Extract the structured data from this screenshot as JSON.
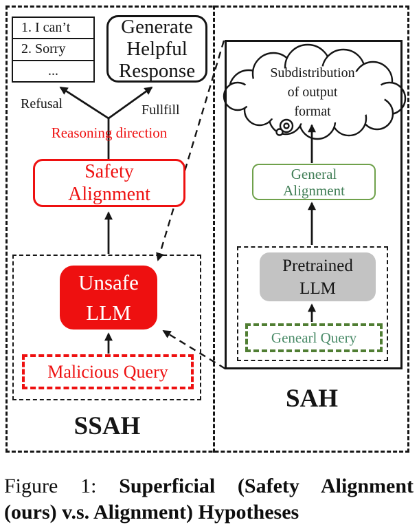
{
  "colors": {
    "red": "#ee1010",
    "black": "#151515",
    "gray_fill": "#c3c3c3",
    "green_border": "#6fa14b",
    "green_text": "#3f7d55",
    "query_border": "#507e33",
    "query_text": "#4a8b68"
  },
  "left_panel": {
    "label": "SSAH",
    "refusal_examples": [
      "1. I can’t",
      "2. Sorry",
      "..."
    ],
    "generate_box_lines": [
      "Generate",
      "Helpful",
      "Response"
    ],
    "refusal_label": "Refusal",
    "fullfill_label": "Fullfill",
    "reasoning_label": "Reasoning direction",
    "safety_alignment_lines": [
      "Safety",
      "Alignment"
    ],
    "unsafe_llm_lines": [
      "Unsafe",
      "LLM"
    ],
    "malicious_query_label": "Malicious Query"
  },
  "right_panel": {
    "label": "SAH",
    "cloud_lines": [
      "Subdistribution",
      "of output",
      "format"
    ],
    "general_alignment_lines": [
      "General",
      "Alignment"
    ],
    "pretrained_llm_lines": [
      "Pretrained",
      "LLM"
    ],
    "general_query_label": "Genearl Query"
  },
  "caption": {
    "prefix": "Figure 1:",
    "line1_bold": "Superficial (Safety Alignment",
    "line2_bold": "(ours) v.s. Alignment) Hypotheses"
  }
}
